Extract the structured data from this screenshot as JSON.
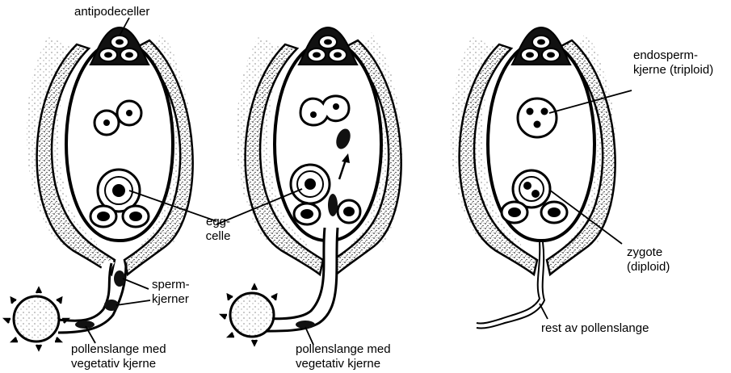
{
  "labels": {
    "antipodal_cells": "antipodeceller",
    "egg_cell_line1": "egg-",
    "egg_cell_line2": "celle",
    "sperm_nuclei_line1": "sperm-",
    "sperm_nuclei_line2": "kjerner",
    "pollen_tube_1_line1": "pollenslange med",
    "pollen_tube_1_line2": "vegetativ kjerne",
    "pollen_tube_2_line1": "pollenslange med",
    "pollen_tube_2_line2": "vegetativ kjerne",
    "endosperm_line1": "endosperm-",
    "endosperm_line2": "kjerne (triploid)",
    "zygote_line1": "zygote",
    "zygote_line2": "(diploid)",
    "pollen_tube_rest": "rest av pollenslange"
  },
  "colors": {
    "ink": "#000000",
    "paper": "#ffffff",
    "stipple": "#5a5a5a"
  }
}
